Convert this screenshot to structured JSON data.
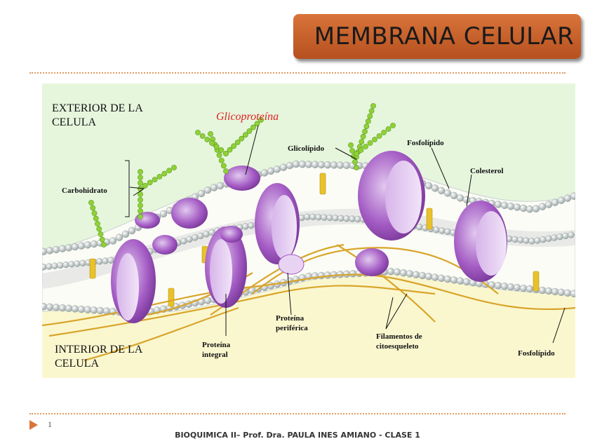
{
  "slide": {
    "title": "MEMBRANA CELULAR",
    "number": "1",
    "footer": "BIOQUIMICA II– Prof. Dra. PAULA INES AMIANO - CLASE 1"
  },
  "figure": {
    "exterior_line1": "EXTERIOR DE LA",
    "exterior_line2": "CELULA",
    "interior_line1": "INTERIOR DE LA",
    "interior_line2": "CELULA",
    "glicoproteina": "Glicoproteína",
    "glicolipido": "Glicolípido",
    "fosfolipido_top": "Fosfolípido",
    "colesterol": "Colesterol",
    "carbohidrato": "Carbohidrato",
    "proteina_periferica_1": "Proteína",
    "proteina_periferica_2": "periférica",
    "proteina_integral_1": "Proteína",
    "proteina_integral_2": "integral",
    "filamentos_1": "Filamentos de",
    "filamentos_2": "citoesqueleto",
    "fosfolipido_bottom": "Fosfolípido"
  },
  "colors": {
    "title_bg": "#c9602a",
    "accent": "#d9743a",
    "exterior_bg": "#e6f6dd",
    "interior_bg": "#faf7cf",
    "protein": "#a45cc4",
    "carbohydrate": "#8fd136",
    "filament": "#d9a52a",
    "glycoprotein_label": "#e02020"
  }
}
